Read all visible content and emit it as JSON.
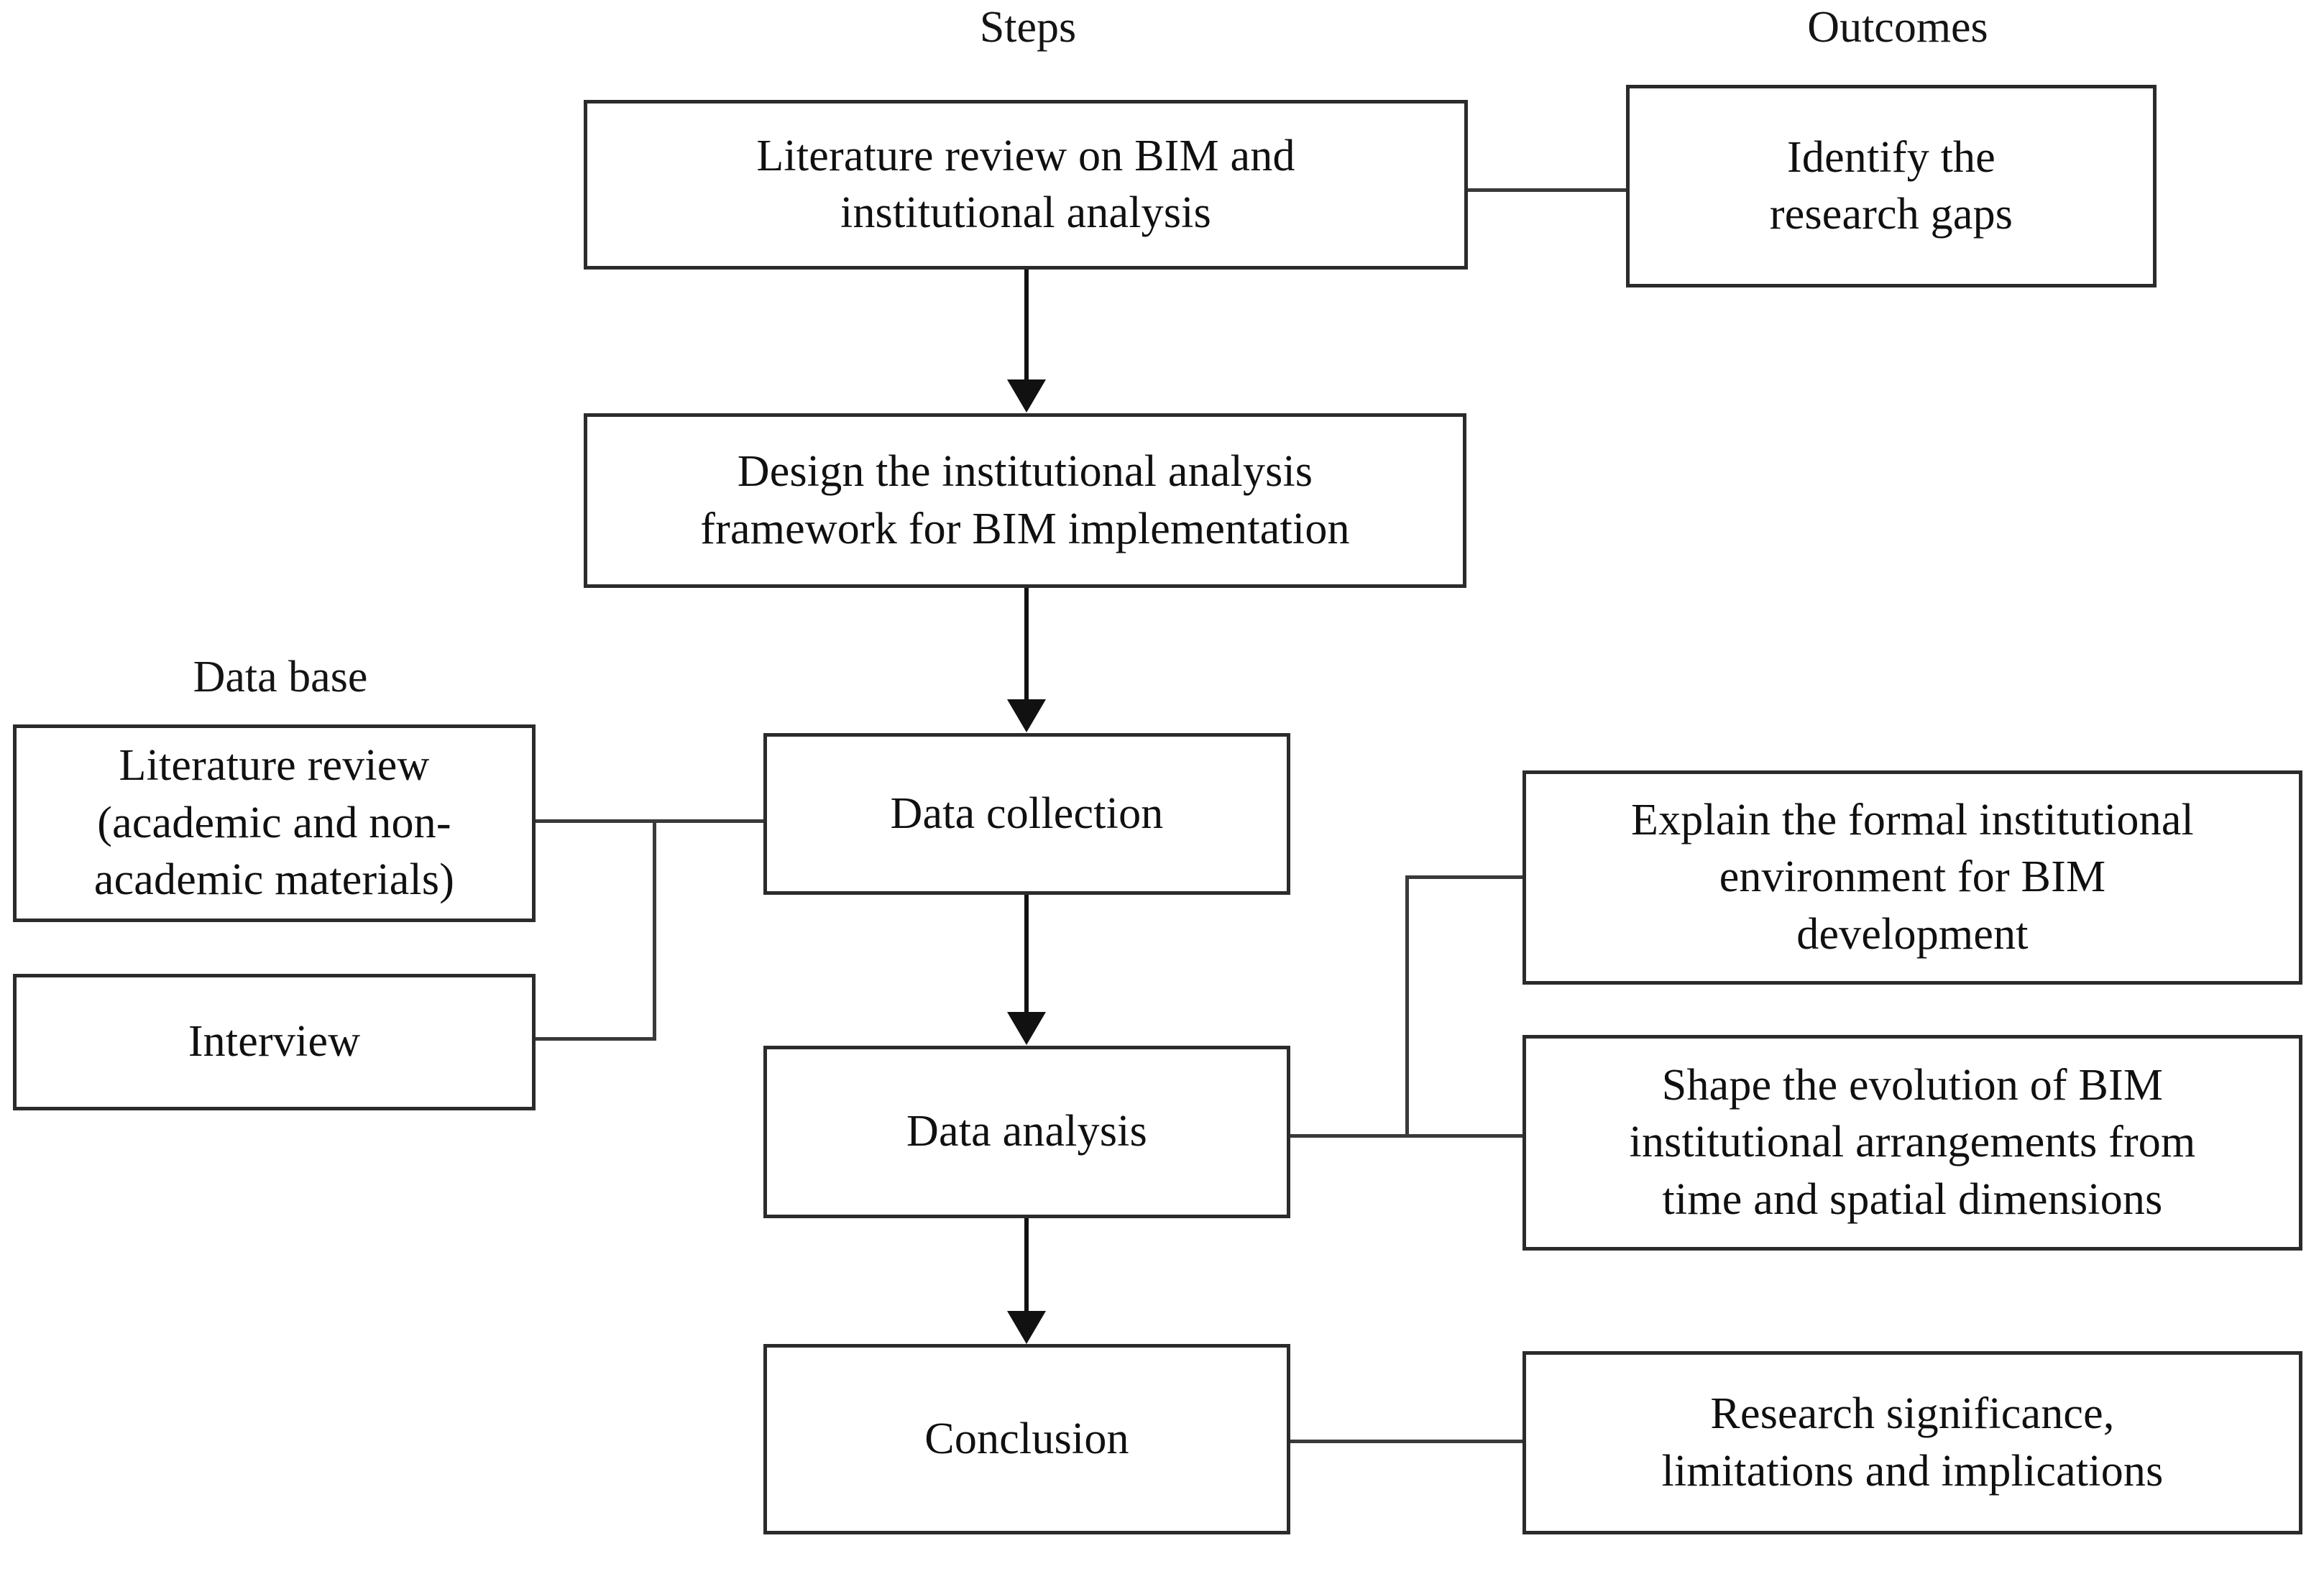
{
  "diagram": {
    "title": "Research methodology flowchart",
    "column_labels": {
      "steps": "Steps",
      "outcomes": "Outcomes",
      "database": "Data base"
    },
    "colors": {
      "box_border": "#2b2b2b",
      "connector": "#3a3a3a",
      "arrow": "#111111",
      "background": "#ffffff",
      "text": "#101010"
    },
    "nodes": {
      "step_literature_review": {
        "label": "Literature  review on BIM and institutional  analysis",
        "line1": "Literature  review on BIM and",
        "line2": "institutional  analysis",
        "column": "Steps"
      },
      "outcome_research_gaps": {
        "label": "Identify the research gaps",
        "line1": "Identify the",
        "line2": "research gaps",
        "column": "Outcomes"
      },
      "step_design_framework": {
        "label": "Design the institutional  analysis framework  for BIM implementation",
        "line1": "Design the institutional  analysis",
        "line2": "framework  for BIM implementation",
        "column": "Steps"
      },
      "db_literature_review": {
        "label": "Literature  review (academic and non-academic materials)",
        "line1": "Literature  review",
        "line2": "(academic and non-",
        "line3": "academic materials)",
        "column": "Data base"
      },
      "db_interview": {
        "label": "Interview",
        "column": "Data base"
      },
      "step_data_collection": {
        "label": "Data collection",
        "column": "Steps"
      },
      "step_data_analysis": {
        "label": "Data analysis",
        "column": "Steps"
      },
      "step_conclusion": {
        "label": "Conclusion",
        "column": "Steps"
      },
      "outcome_formal_environment": {
        "label": "Explain the formal institutional environment  for BIM development",
        "line1": "Explain the formal institutional",
        "line2": "environment  for BIM",
        "line3": "development",
        "column": "Outcomes"
      },
      "outcome_evolution": {
        "label": "Shape the evolution  of BIM institutional  arrangements  from time and spatial dimensions",
        "line1": "Shape the evolution  of BIM",
        "line2": "institutional  arrangements  from",
        "line3": "time and spatial dimensions",
        "column": "Outcomes"
      },
      "outcome_significance": {
        "label": "Research significance, limitations  and implications",
        "line1": "Research significance,",
        "line2": "limitations  and implications",
        "column": "Outcomes"
      }
    },
    "edges": [
      {
        "name": "literature-review-to-research-gaps",
        "from": "step_literature_review",
        "to": "outcome_research_gaps",
        "style": "plain"
      },
      {
        "name": "literature-review-to-design-framework",
        "from": "step_literature_review",
        "to": "step_design_framework",
        "style": "arrow"
      },
      {
        "name": "design-framework-to-data-collection",
        "from": "step_design_framework",
        "to": "step_data_collection",
        "style": "arrow"
      },
      {
        "name": "db-literature-review-to-data-collection",
        "from": "db_literature_review",
        "to": "step_data_collection",
        "style": "plain"
      },
      {
        "name": "db-interview-to-data-collection",
        "from": "db_interview",
        "to": "step_data_collection",
        "style": "plain"
      },
      {
        "name": "data-collection-to-data-analysis",
        "from": "step_data_collection",
        "to": "step_data_analysis",
        "style": "arrow"
      },
      {
        "name": "data-analysis-to-formal-environment",
        "from": "step_data_analysis",
        "to": "outcome_formal_environment",
        "style": "plain"
      },
      {
        "name": "data-analysis-to-evolution",
        "from": "step_data_analysis",
        "to": "outcome_evolution",
        "style": "plain"
      },
      {
        "name": "data-analysis-to-conclusion",
        "from": "step_data_analysis",
        "to": "step_conclusion",
        "style": "arrow"
      },
      {
        "name": "conclusion-to-significance",
        "from": "step_conclusion",
        "to": "outcome_significance",
        "style": "plain"
      }
    ]
  }
}
